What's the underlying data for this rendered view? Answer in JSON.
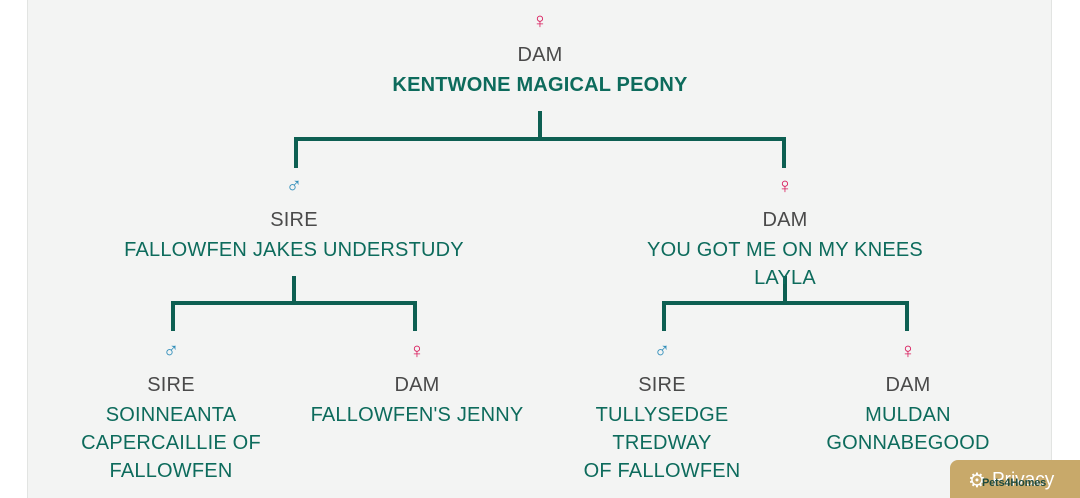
{
  "tree": {
    "root": {
      "symbol": "♀",
      "role": "DAM",
      "name": "KENTWONE MAGICAL PEONY"
    },
    "level1": [
      {
        "symbol": "♂",
        "role": "SIRE",
        "name": "FALLOWFEN JAKES UNDERSTUDY"
      },
      {
        "symbol": "♀",
        "role": "DAM",
        "name": "YOU GOT ME ON MY KNEES LAYLA"
      }
    ],
    "level2": [
      {
        "symbol": "♂",
        "role": "SIRE",
        "name_lines": [
          "SOINNEANTA",
          "CAPERCAILLIE OF",
          "FALLOWFEN"
        ]
      },
      {
        "symbol": "♀",
        "role": "DAM",
        "name_lines": [
          "FALLOWFEN'S JENNY"
        ]
      },
      {
        "symbol": "♂",
        "role": "SIRE",
        "name_lines": [
          "TULLYSEDGE TREDWAY",
          "OF FALLOWFEN"
        ]
      },
      {
        "symbol": "♀",
        "role": "DAM",
        "name_lines": [
          "MULDAN",
          "GONNABEGOOD"
        ]
      }
    ]
  },
  "privacy": {
    "icon": "gear-icon",
    "label": "Privacy"
  },
  "brand": {
    "label": "Pets4Homes"
  },
  "colors": {
    "line": "#0d5f52",
    "name": "#0d6b5c",
    "female": "#d81b5c",
    "male": "#2b8bb8",
    "privacy_bg": "#c8a96a"
  }
}
